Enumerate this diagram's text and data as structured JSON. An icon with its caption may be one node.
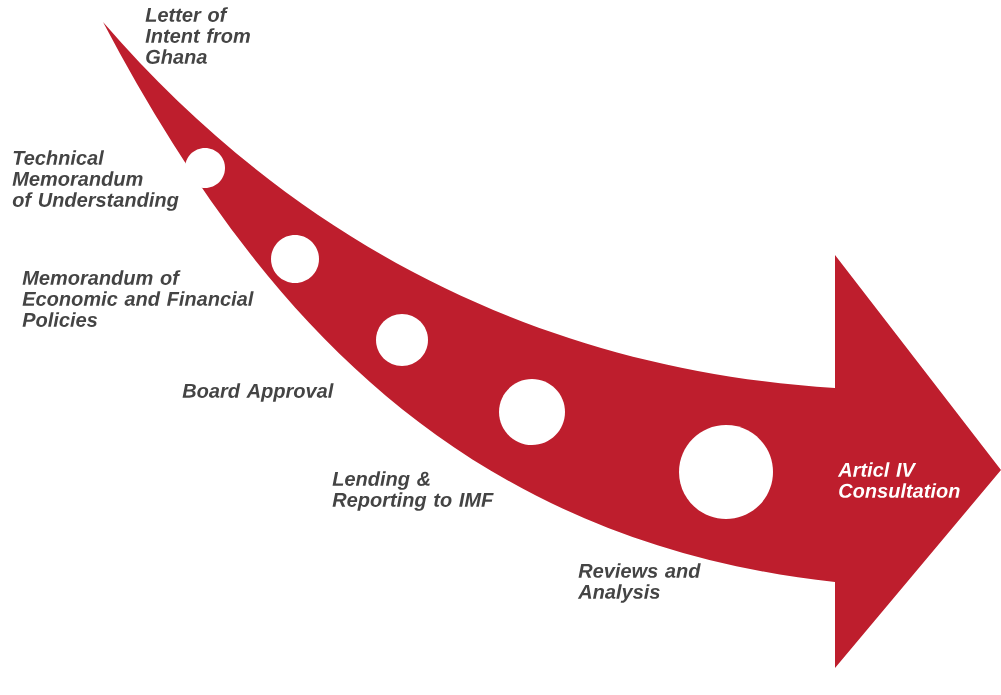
{
  "diagram": {
    "nodes": [
      {
        "text": [
          "Articl IV Consultation"
        ]
      },
      {
        "text": [],
        "shape": "circle",
        "in": 0,
        "beside": [
          "Technical Memorandum of Understanding"
        ]
      },
      {
        "text": [],
        "shape": "circle",
        "in": 0,
        "beside": [
          "Memorandum of Economic and Financial Policies"
        ]
      },
      {
        "text": [],
        "shape": "circle",
        "in": 0,
        "beside": [
          "Board Approval"
        ]
      },
      {
        "text": [],
        "shape": "circle",
        "in": 0,
        "beside": [
          "Lending & Reporting to IMF"
        ]
      },
      {
        "text": [],
        "shape": "circle",
        "in": 0,
        "beside": [
          "Reviews and Analysis"
        ]
      }
    ],
    "labels": [
      "Letter of Intent from Ghana"
    ]
  }
}
